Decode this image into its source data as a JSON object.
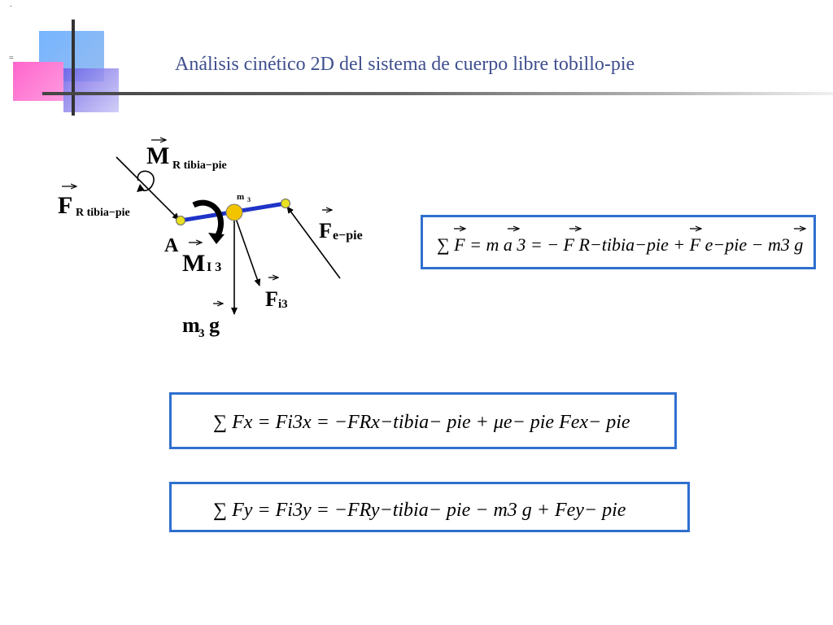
{
  "slide": {
    "title": "Análisis cinético 2D del sistema de cuerpo libre tobillo-pie",
    "mark_top": "-",
    "mark_left": "="
  },
  "diagram": {
    "label_moment_tibia": "M",
    "label_moment_tibia_sub": "R tibia−pie",
    "label_force_tibia": "F",
    "label_force_tibia_sub": "R tibia−pie",
    "label_point_a": "A",
    "label_inertial_moment": "M",
    "label_inertial_moment_sub": "I 3",
    "label_mass_point": "m",
    "label_mass_point_sub": "3",
    "label_force_foot": "F",
    "label_force_foot_sub": "e−pie",
    "label_inertial_force": "F",
    "label_inertial_force_sub": "i3",
    "label_weight": "m",
    "label_weight_sub": "3",
    "label_weight_g": "g",
    "colors": {
      "segment": "#1f33c8",
      "joint": "#e8e020",
      "mass_joint": "#f2c400"
    }
  },
  "equations": {
    "vector_sum": "∑ F = m a 3 = − F R−tibia−pie + F e−pie − m3 g",
    "sum_fx": "∑ Fx = Fi3x = −FRx−tibia− pie + μe− pie Fex− pie",
    "sum_fy": "∑ Fy = Fi3y = −FRy−tibia− pie − m3 g + Fey− pie"
  }
}
